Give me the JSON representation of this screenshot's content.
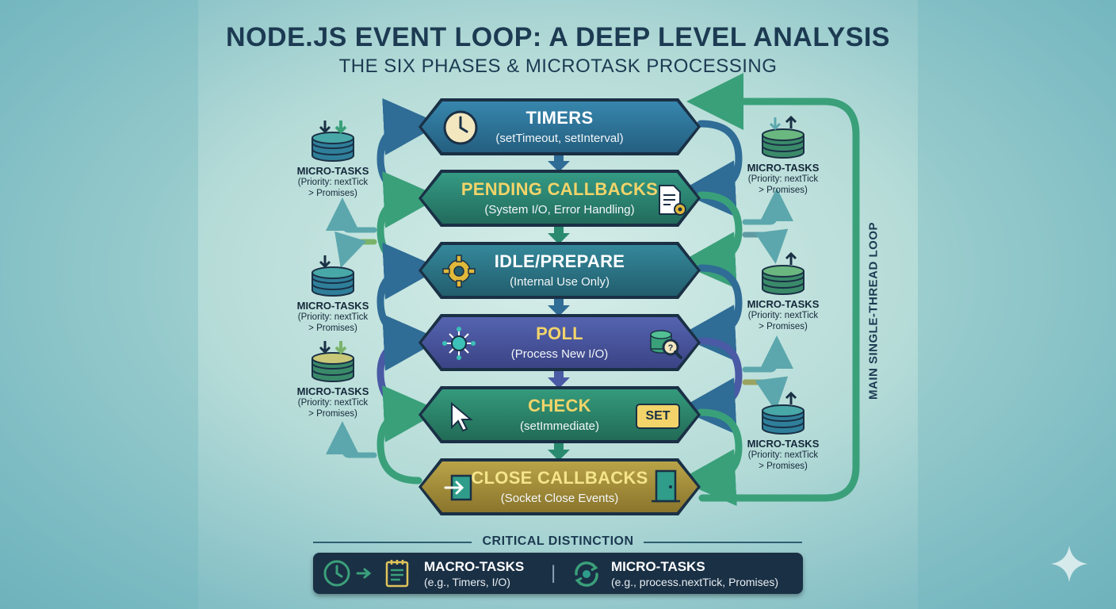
{
  "title": "NODE.JS EVENT LOOP: A DEEP LEVEL ANALYSIS",
  "subtitle": "THE SIX PHASES & MICROTASK PROCESSING",
  "phases": [
    {
      "title": "TIMERS",
      "subtitle": "(setTimeout, setInterval)",
      "icon": "clock-icon",
      "color": "#2a6f93",
      "title_color": "#ffffff"
    },
    {
      "title": "PENDING CALLBACKS",
      "subtitle": "(System I/O, Error Handling)",
      "icon": "document-gear-icon",
      "color": "#2a7d6c",
      "title_color": "#f2d46a"
    },
    {
      "title": "IDLE/PREPARE",
      "subtitle": "(Internal Use Only)",
      "icon": "gear-icon",
      "color": "#2a6f7d",
      "title_color": "#ffffff"
    },
    {
      "title": "POLL",
      "subtitle": "(Process New I/O)",
      "icon": "database-search-icon",
      "color": "#454f9a",
      "title_color": "#f2d46a"
    },
    {
      "title": "CHECK",
      "subtitle": "(setImmediate)",
      "icon": "cursor-icon",
      "badge": "SET",
      "color": "#2c7f68",
      "title_color": "#f2d46a"
    },
    {
      "title": "CLOSE CALLBACKS",
      "subtitle": "(Socket Close Events)",
      "icon": "door-icon",
      "color": "#a8913a",
      "title_color": "#f5e58a"
    }
  ],
  "microtasks": {
    "label": "MICRO-TASKS",
    "note_line1": "(Priority: nextTick",
    "note_line2": "> Promises)"
  },
  "loop_label": "MAIN SINGLE-THREAD LOOP",
  "critical": {
    "heading": "CRITICAL DISTINCTION",
    "separator": "|",
    "macro": {
      "title": "MACRO-TASKS",
      "note": "(e.g., Timers, I/O)"
    },
    "micro": {
      "title": "MICRO-TASKS",
      "note": "(e.g., process.nextTick, Promises)"
    }
  },
  "colors": {
    "dark": "#1a3045",
    "accent_gold": "#f2d46a",
    "loop_green": "#3aa07a",
    "loop_blue": "#2f6c96"
  }
}
